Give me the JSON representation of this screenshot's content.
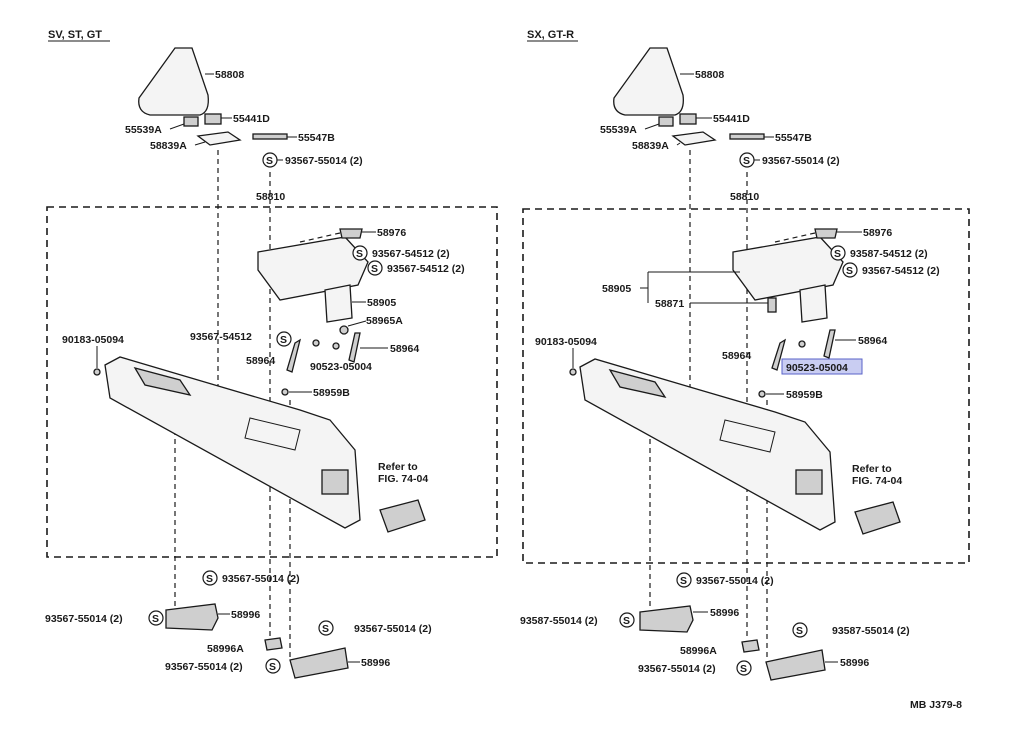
{
  "left_panel": {
    "title": "SV, ST, GT",
    "labels": {
      "boot": "58808",
      "p55441d": "55441D",
      "p55539a": "55539A",
      "p55547b": "55547B",
      "p58839a": "58839A",
      "screw_top": "93567-55014 (2)",
      "p58810": "58810",
      "p58976": "58976",
      "screw_54512_a": "93567-54512 (2)",
      "screw_54512_b": "93567-54512 (2)",
      "p58905": "58905",
      "p58965a": "58965A",
      "p93567_54512": "93567-54512",
      "p58964_left": "58964",
      "p58964_right": "58964",
      "p90523": "90523-05004",
      "p90183": "90183-05094",
      "p58959b": "58959B",
      "refer": "Refer to",
      "refer_fig": "FIG. 74-04",
      "screw_b1": "93567-55014 (2)",
      "screw_b2": "93567-55014 (2)",
      "screw_b3": "93567-55014 (2)",
      "screw_b4": "93567-55014 (2)",
      "p58996_a": "58996",
      "p58996a": "58996A",
      "p58996_b": "58996"
    }
  },
  "right_panel": {
    "title": "SX, GT-R",
    "labels": {
      "boot": "58808",
      "p55441d": "55441D",
      "p55539a": "55539A",
      "p55547b": "55547B",
      "p58839a": "58839A",
      "screw_top": "93567-55014 (2)",
      "p58810": "58810",
      "p58976": "58976",
      "screw_54512_a": "93587-54512 (2)",
      "screw_54512_b": "93567-54512 (2)",
      "p58905": "58905",
      "p58871": "58871",
      "p58964_left": "58964",
      "p58964_right": "58964",
      "p90523": "90523-05004",
      "p90183": "90183-05094",
      "p58959b": "58959B",
      "refer": "Refer to",
      "refer_fig": "FIG. 74-04",
      "screw_b1": "93567-55014 (2)",
      "screw_b2": "93587-55014 (2)",
      "screw_b3": "93587-55014 (2)",
      "screw_b4": "93567-55014 (2)",
      "p58996_a": "58996",
      "p58996a": "58996A",
      "p58996_b": "58996"
    }
  },
  "symbol_letter": "S",
  "highlight_color": "#c9cdf2",
  "footer_code": "MB J379-8"
}
